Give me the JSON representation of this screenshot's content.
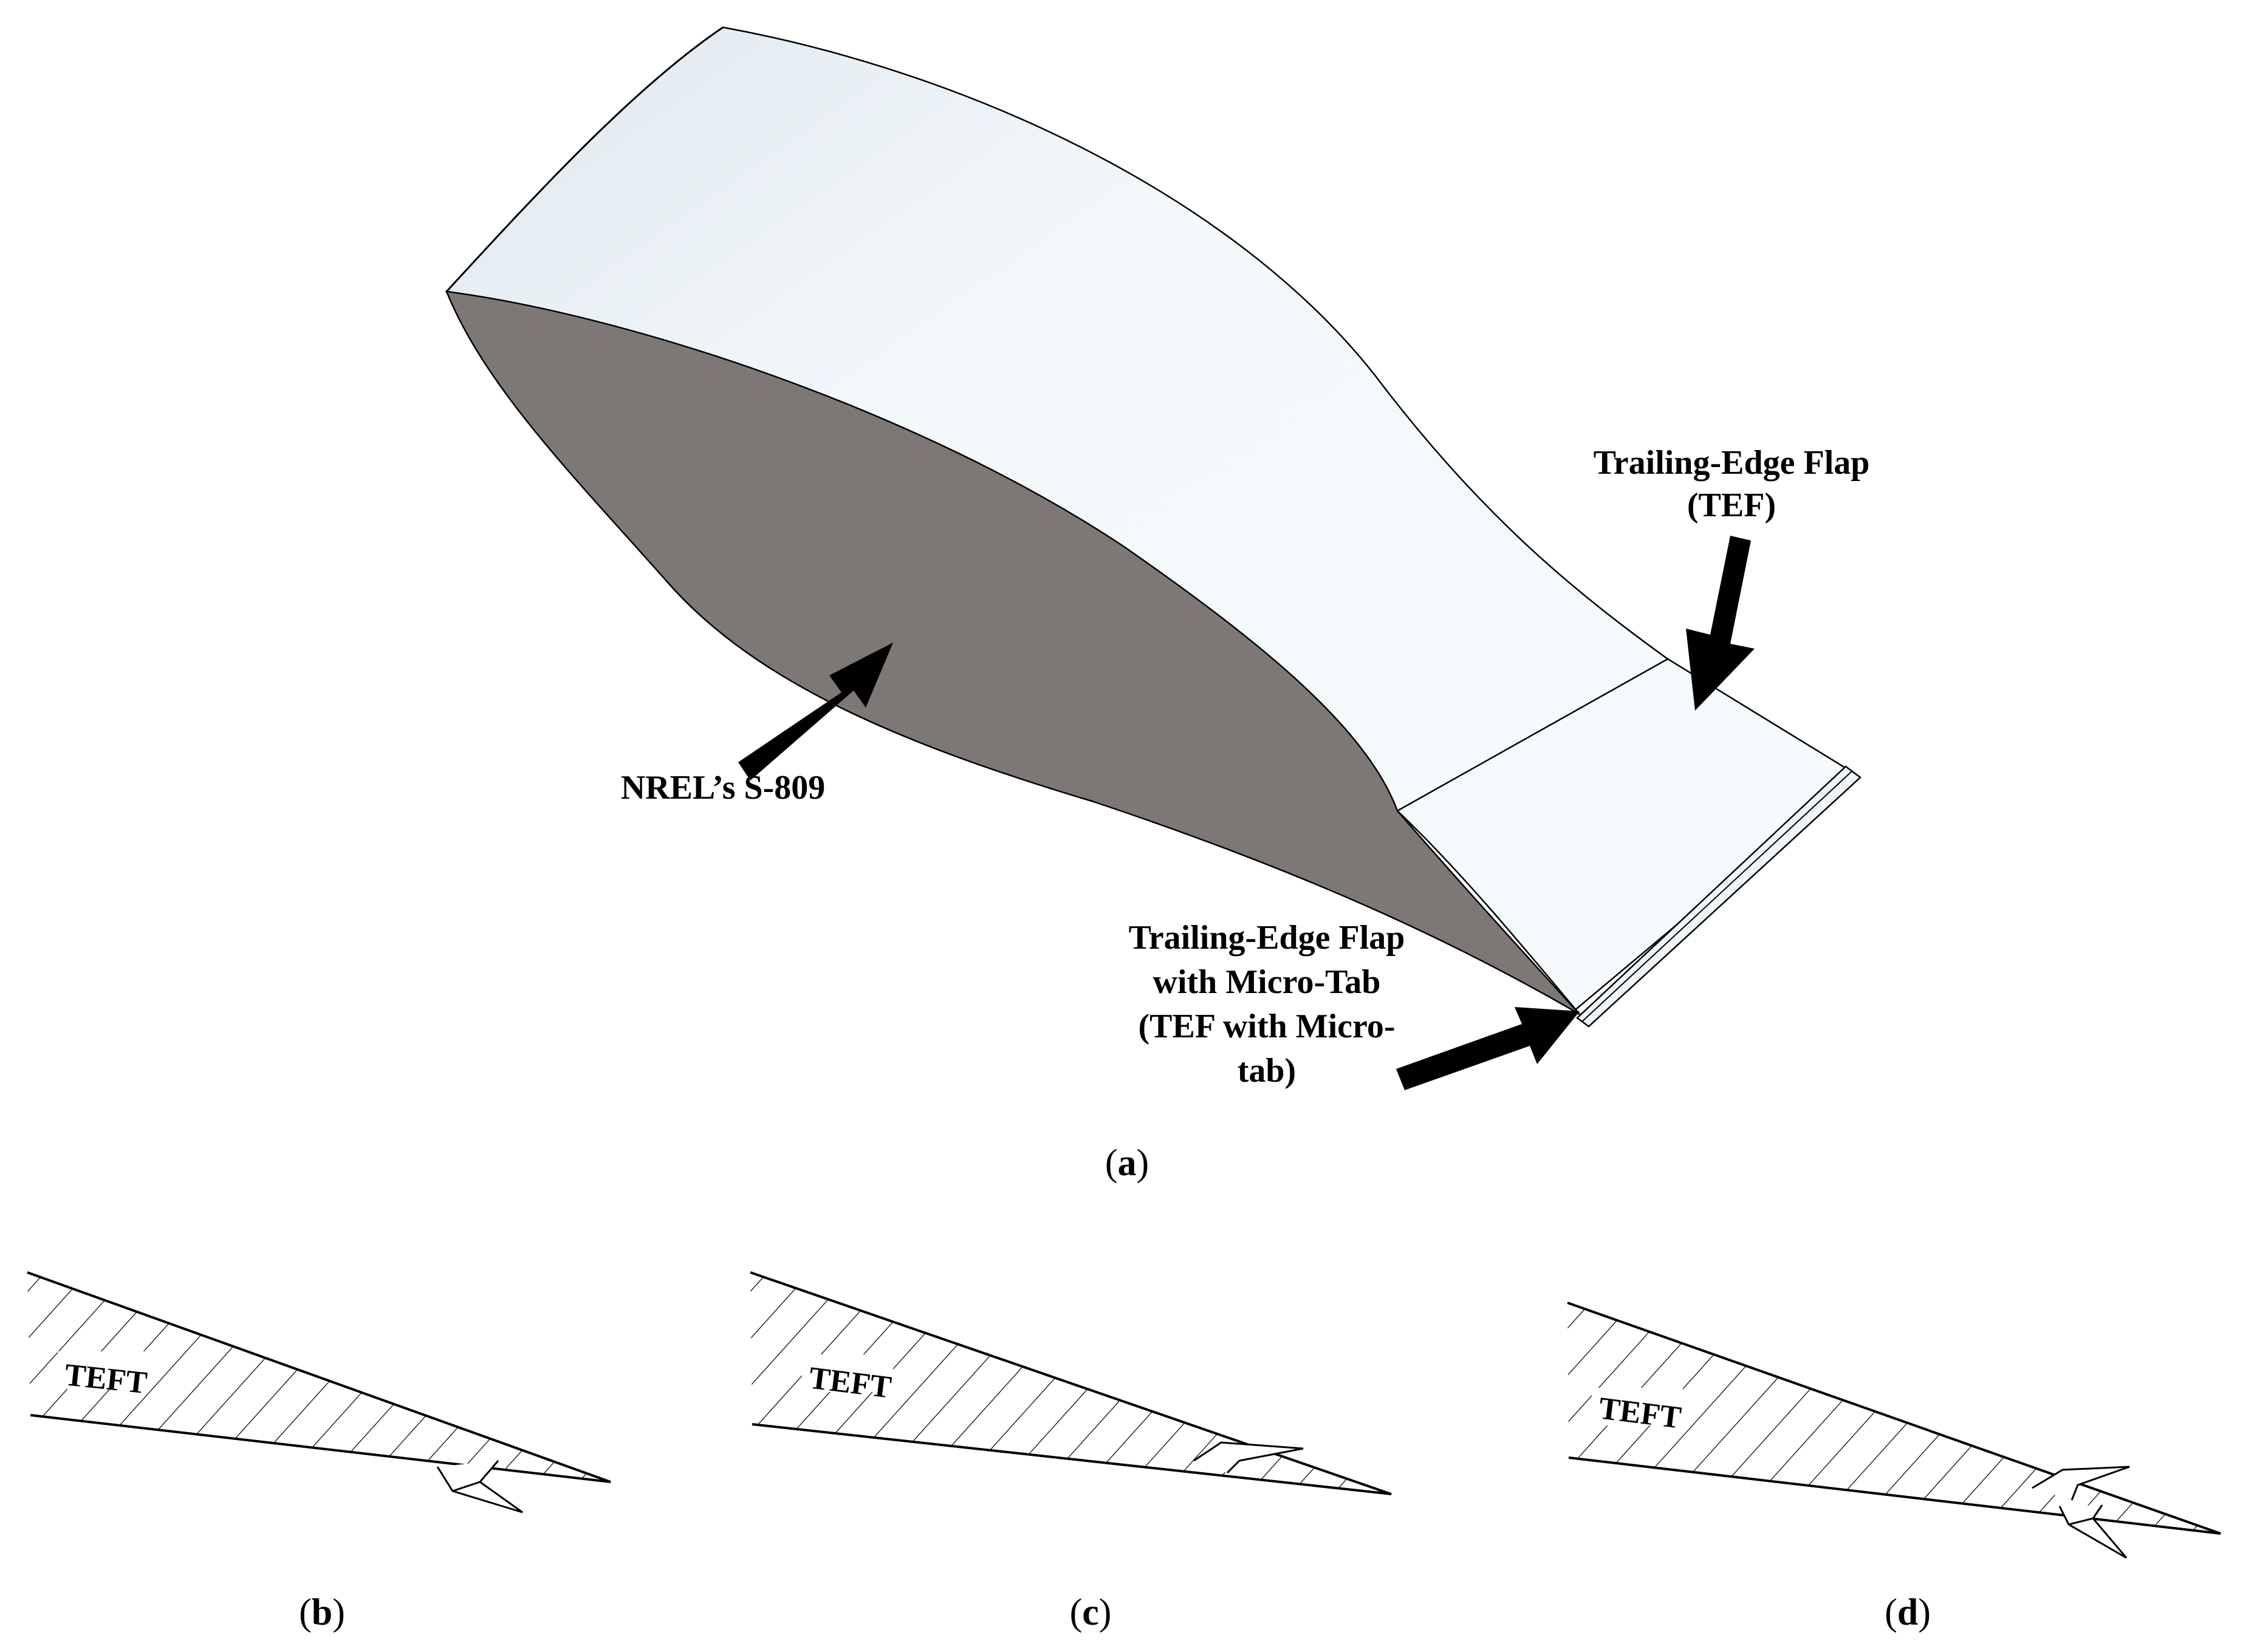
{
  "labels": {
    "tef_line1": "Trailing-Edge Flap",
    "tef_line2": "(TEF)",
    "airfoil": "NREL’s S-809",
    "tab_line1": "Trailing-Edge Flap",
    "tab_line2": "with Micro-Tab",
    "tab_line3": "(TEF with Micro-",
    "tab_line4": "tab)"
  },
  "panels": {
    "a": {
      "open": "(",
      "letter": "a",
      "close": ")"
    },
    "b": {
      "open": "(",
      "letter": "b",
      "close": ")",
      "section_label": "TEFT"
    },
    "c": {
      "open": "(",
      "letter": "c",
      "close": ")",
      "section_label": "TEFT"
    },
    "d": {
      "open": "(",
      "letter": "d",
      "close": ")",
      "section_label": "TEFT"
    }
  },
  "colors": {
    "airfoil_face": "#7d7875",
    "wing_surface": "#e9f1f5",
    "ink": "#000000"
  }
}
